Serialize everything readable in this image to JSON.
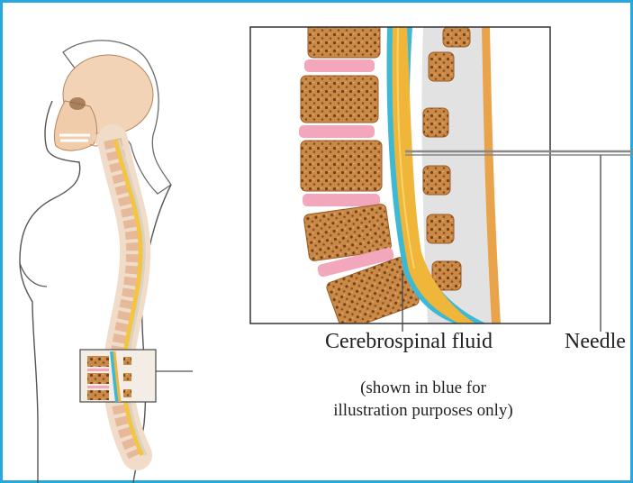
{
  "labels": {
    "csf": "Cerebrospinal fluid",
    "needle": "Needle",
    "note_line1": "(shown in blue for",
    "note_line2": "illustration purposes only)"
  },
  "colors": {
    "frame_border": "#2aa7df",
    "csf": "#3fb8d4",
    "spinal_cord": "#f0b63a",
    "disc": "#f2a7bd",
    "vertebra": "#b9783c",
    "skin": "#f3c9a8"
  }
}
